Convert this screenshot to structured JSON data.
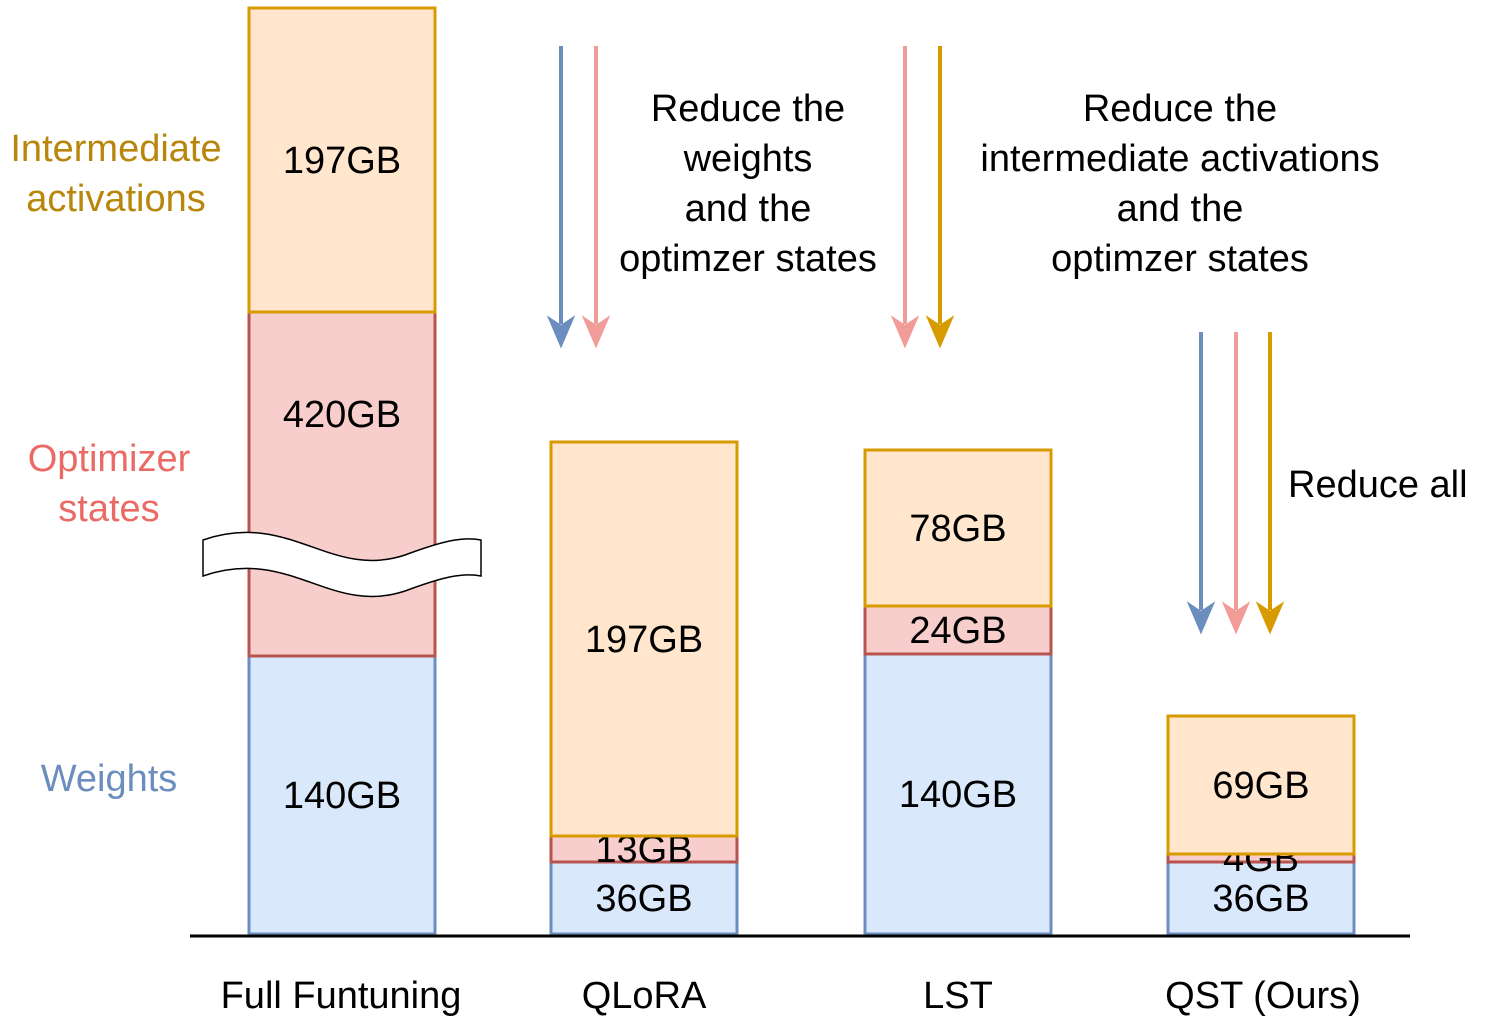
{
  "chart_data": {
    "type": "bar",
    "stacked": true,
    "categories": [
      "Full Funtuning",
      "QLoRA",
      "LST",
      "QST (Ours)"
    ],
    "series": [
      {
        "name": "Weights",
        "color": "#dae8fc",
        "border": "#6c8ebf",
        "text_color": "#6c8ebf",
        "values": [
          140,
          36,
          140,
          36
        ],
        "labels": [
          "140GB",
          "36GB",
          "140GB",
          "36GB"
        ]
      },
      {
        "name": "Optimizer states",
        "color": "#f8cecc",
        "border": "#b85450",
        "text_color": "#ea6b66",
        "values": [
          420,
          13,
          24,
          4
        ],
        "labels": [
          "420GB",
          "13GB",
          "24GB",
          "4GB"
        ]
      },
      {
        "name": "Intermediate activations",
        "color": "#ffe6cc",
        "border": "#d79b00",
        "text_color": "#b8860b",
        "values": [
          197,
          197,
          78,
          69
        ],
        "labels": [
          "197GB",
          "197GB",
          "78GB",
          "69GB"
        ]
      }
    ],
    "legend": {
      "weights": "Weights",
      "optimizer": "Optimizer\nstates",
      "activations": "Intermediate\nactivations"
    },
    "axis_break": "Full Funtuning optimizer states bar",
    "annotations": {
      "qlora": "Reduce the\nweights\nand the\noptimzer states",
      "lst": "Reduce the\nintermediate activations\nand the\noptimzer states",
      "qst": "Reduce all"
    },
    "arrow_colors": {
      "weights": "#6c8ebf",
      "optimizer": "#f19c99",
      "activations": "#d79b00"
    },
    "title": "",
    "xlabel": "",
    "ylabel": ""
  }
}
